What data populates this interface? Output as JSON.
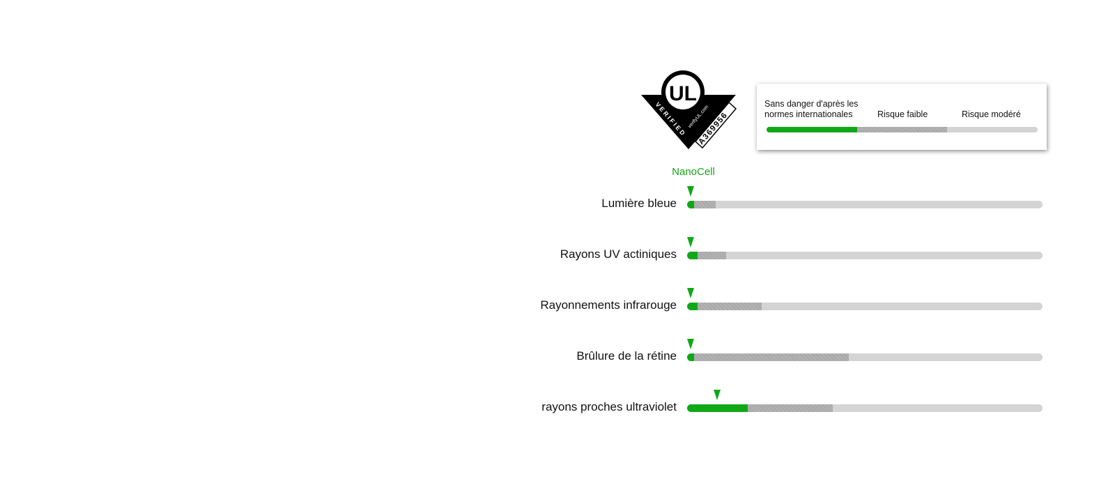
{
  "badge": {
    "logo_text": "UL",
    "verified_text": "VERIFIED",
    "site_text": "verifyUL.com",
    "code_text": "A369956"
  },
  "colors": {
    "safe": "#11a818",
    "low": "#a9a9a9",
    "moderate": "#d4d4d4"
  },
  "legend": {
    "safe_label": "Sans danger d'après les normes internationales",
    "low_label": "Risque faible",
    "moderate_label": "Risque modéré",
    "bands": [
      1,
      1,
      1
    ]
  },
  "chart_data": {
    "type": "bar",
    "series_name": "NanoCell",
    "categories": [
      "Lumière bleue",
      "Rayons UV actiniques",
      "Rayonnements infrarouge",
      "Brûlure de la rétine",
      "rayons proches ultraviolet"
    ],
    "safe_limit": [
      0.02,
      0.03,
      0.03,
      0.02,
      0.17
    ],
    "low_limit": [
      0.08,
      0.11,
      0.21,
      0.455,
      0.41
    ],
    "values": [
      0.01,
      0.01,
      0.01,
      0.01,
      0.085
    ]
  }
}
